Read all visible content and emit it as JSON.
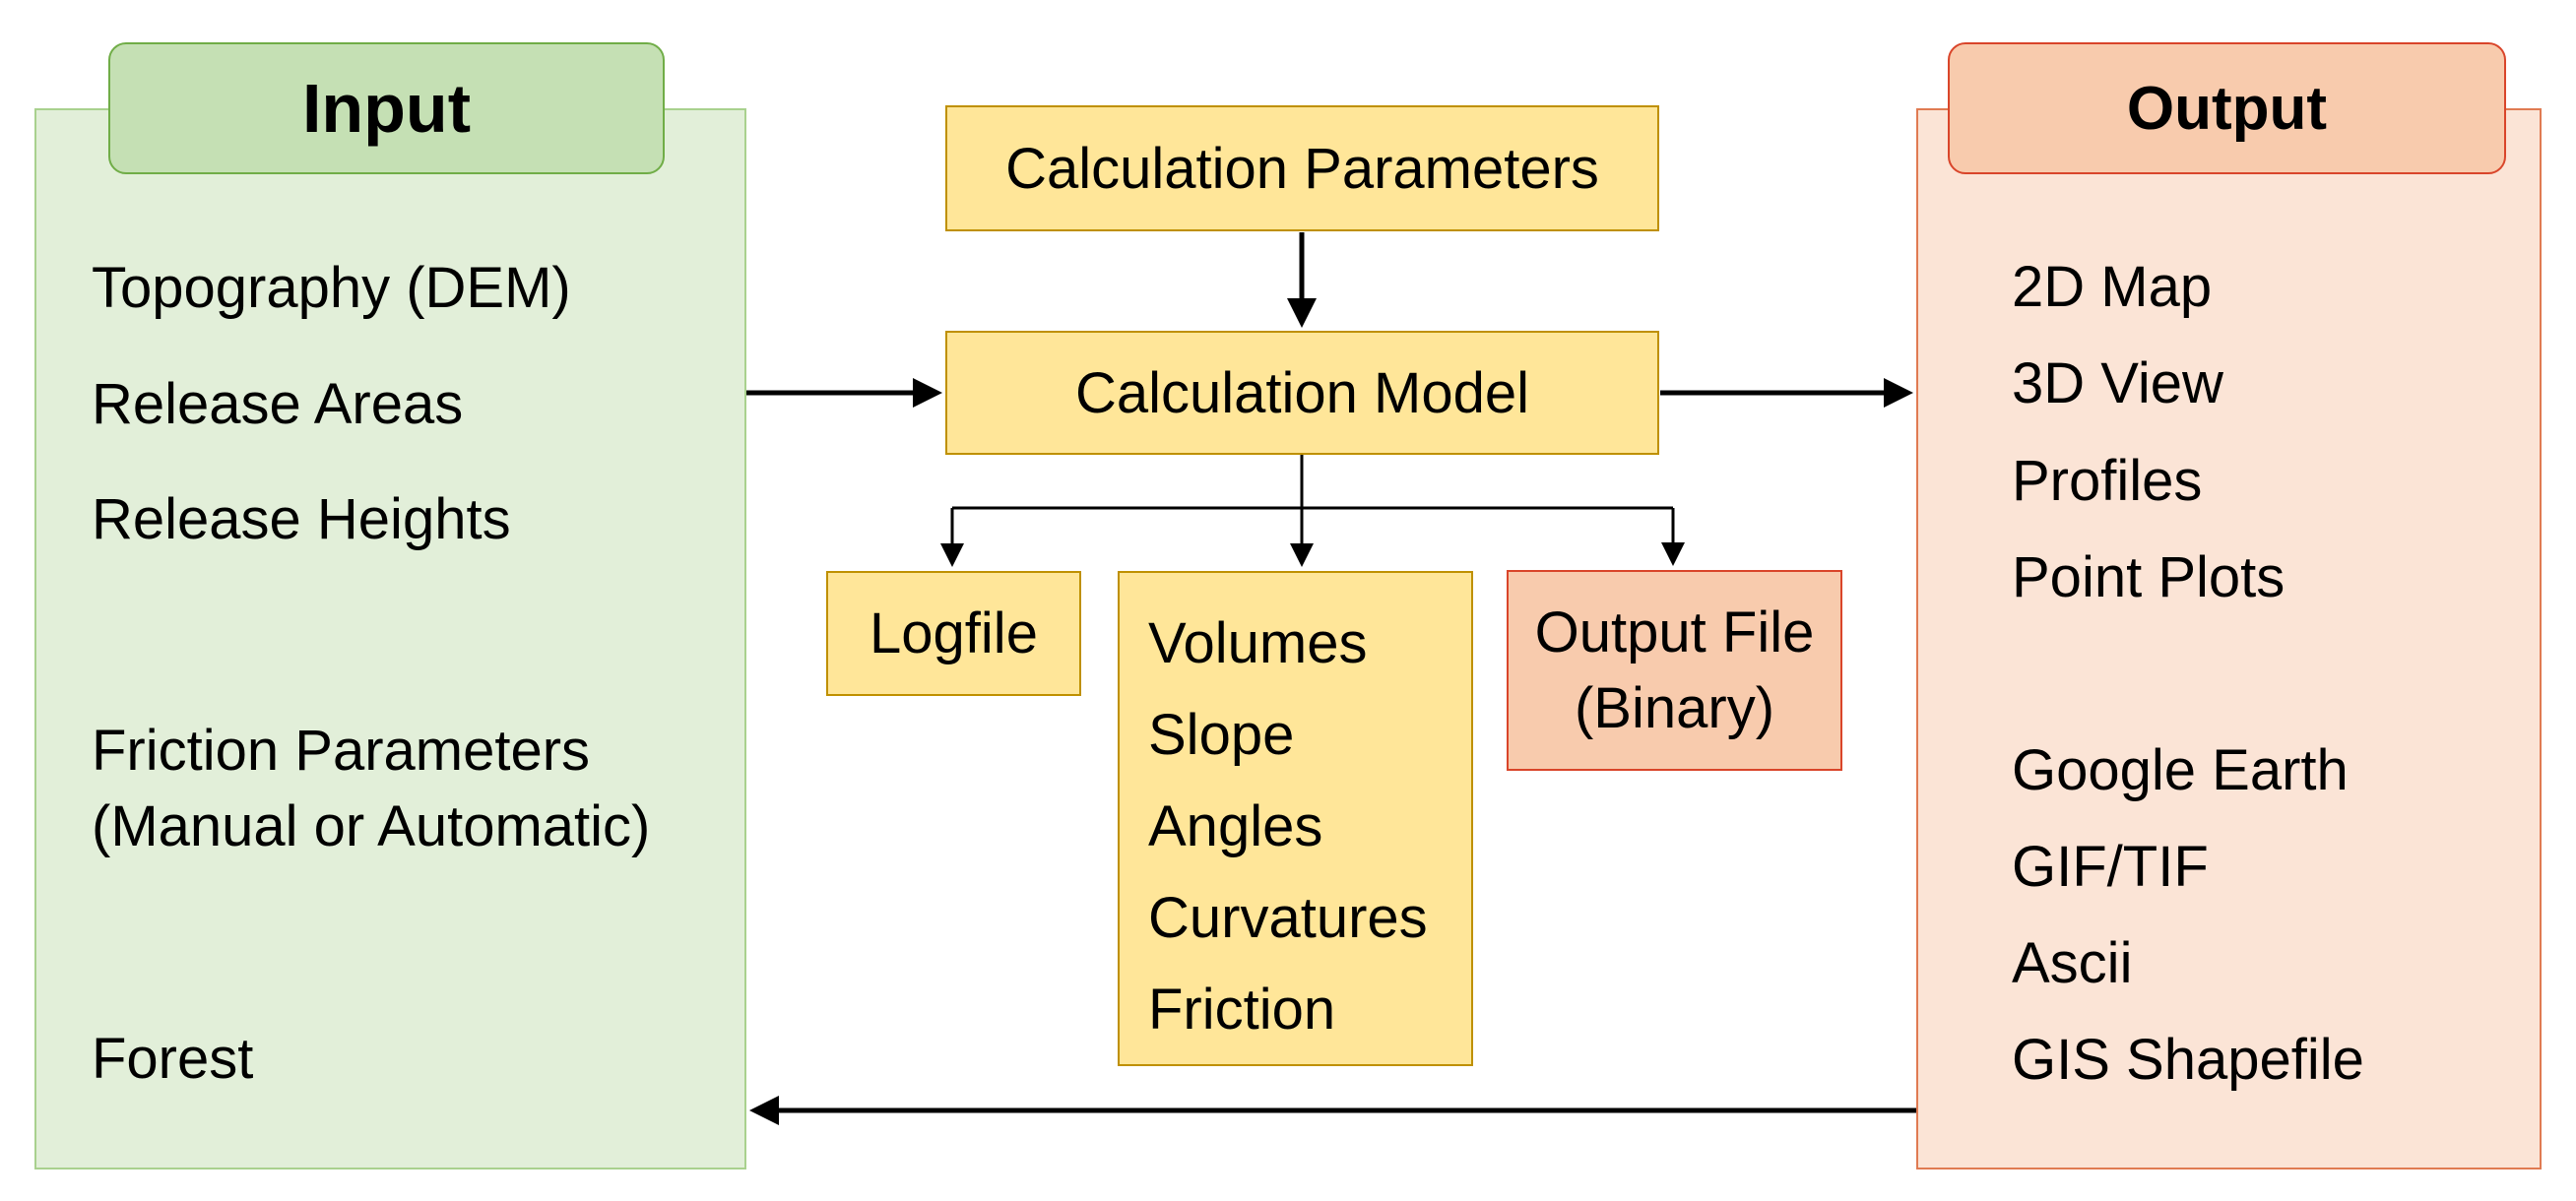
{
  "input": {
    "title": "Input",
    "items": [
      "Topography (DEM)",
      "Release Areas",
      "Release Heights",
      "Friction Parameters",
      "(Manual or Automatic)",
      "Forest"
    ]
  },
  "center": {
    "calculation_parameters": "Calculation Parameters",
    "calculation_model": "Calculation Model",
    "logfile": "Logfile",
    "results": [
      "Volumes",
      "Slope",
      "Angles",
      "Curvatures",
      "Friction"
    ],
    "output_file": [
      "Output File",
      "(Binary)"
    ]
  },
  "output": {
    "title": "Output",
    "items": [
      "2D Map",
      "3D View",
      "Profiles",
      "Point Plots",
      "Google Earth",
      "GIF/TIF",
      "Ascii",
      "GIS Shapefile"
    ]
  },
  "colors": {
    "input_fill": "#e2efd9",
    "input_header": "#c5e0b4",
    "output_fill": "#fbe4d6",
    "output_header": "#f8cbad",
    "model_fill": "#ffe699"
  }
}
